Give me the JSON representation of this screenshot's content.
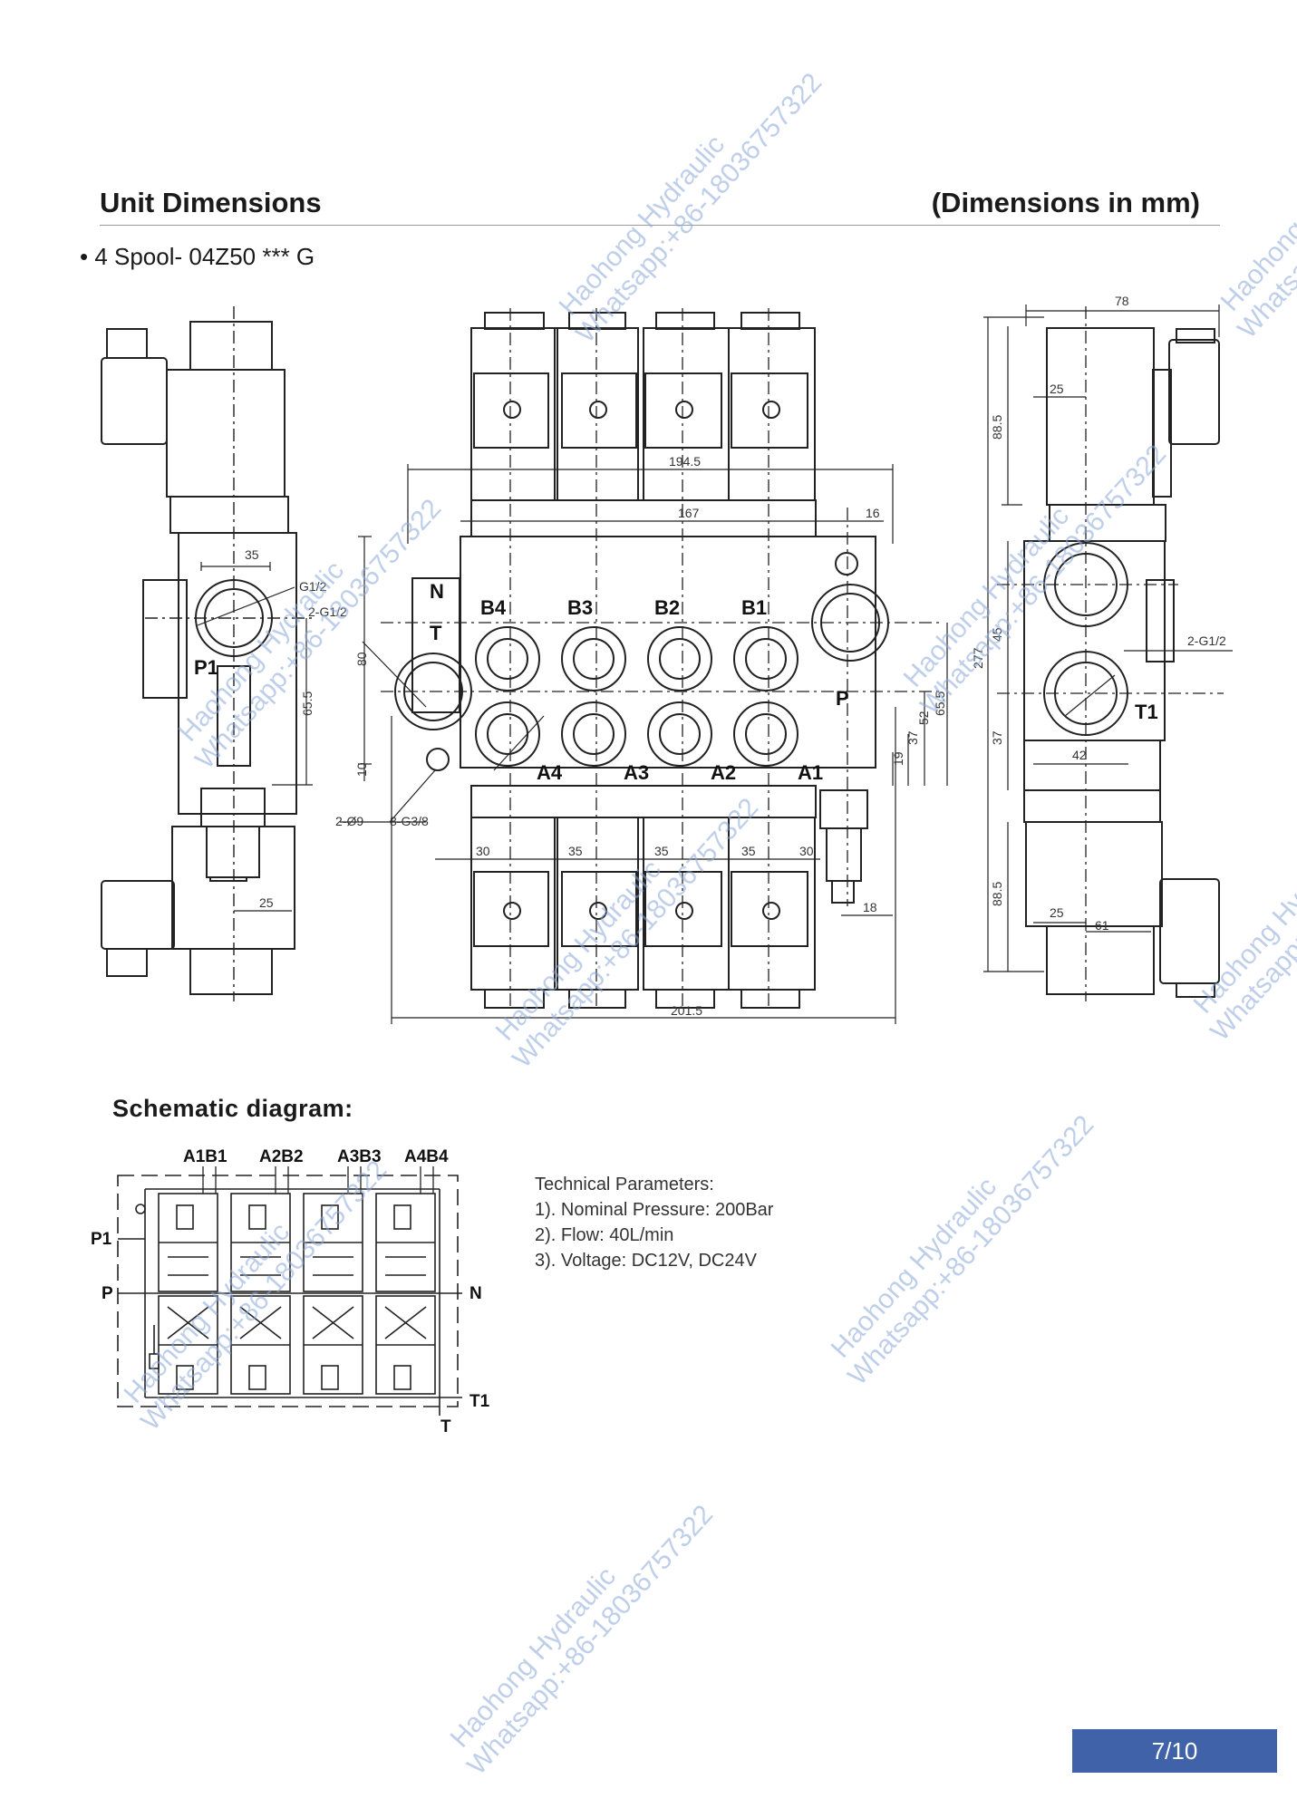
{
  "header": {
    "title": "Unit Dimensions",
    "units": "(Dimensions in mm)"
  },
  "model": {
    "label": "• 4 Spool- 04Z50 *** G"
  },
  "drawing": {
    "dims": {
      "d35_top": "35",
      "g12": "G1/2",
      "g12_2": "2-G1/2",
      "d65_5_left": "65.5",
      "d25_left": "25",
      "d194_5": "194.5",
      "d167": "167",
      "d16": "16",
      "d80": "80",
      "d10": "10",
      "d52": "52",
      "d65_5": "65.5",
      "d37": "37",
      "d19": "19",
      "d2_9": "2-Ø9",
      "d8_g38": "8-G3/8",
      "d30a": "30",
      "d35a": "35",
      "d35b": "35",
      "d35c": "35",
      "d30b": "30",
      "d18": "18",
      "d201_5": "201.5",
      "d78": "78",
      "d88_5a": "88.5",
      "d25a": "25",
      "d277": "277",
      "d45": "45",
      "d37r": "37",
      "d42": "42",
      "g12_right": "2-G1/2",
      "d88_5b": "88.5",
      "d25b": "25",
      "d61": "61"
    },
    "ports": {
      "N": "N",
      "T": "T",
      "P": "P",
      "P1": "P1",
      "T1": "T1",
      "B4": "B4",
      "B3": "B3",
      "B2": "B2",
      "B1": "B1",
      "A4": "A4",
      "A3": "A3",
      "A2": "A2",
      "A1": "A1"
    }
  },
  "schematic": {
    "title": "Schematic diagram:",
    "labels": {
      "a1b1": "A1B1",
      "a2b2": "A2B2",
      "a3b3": "A3B3",
      "a4b4": "A4B4",
      "p1": "P1",
      "p": "P",
      "n": "N",
      "t1": "T1",
      "t": "T"
    }
  },
  "params": {
    "heading": "Technical Parameters:",
    "items": [
      "1). Nominal Pressure: 200Bar",
      "2). Flow: 40L/min",
      "3). Voltage: DC12V, DC24V"
    ]
  },
  "watermark": {
    "line1": "Haohong Hydraulic",
    "line2": "Whatsapp:+86-18036757322"
  },
  "page": {
    "number": "7/10"
  },
  "colors": {
    "badge": "#3f62a8",
    "watermark": "#8aa7d8",
    "ink": "#1a1a1a"
  }
}
